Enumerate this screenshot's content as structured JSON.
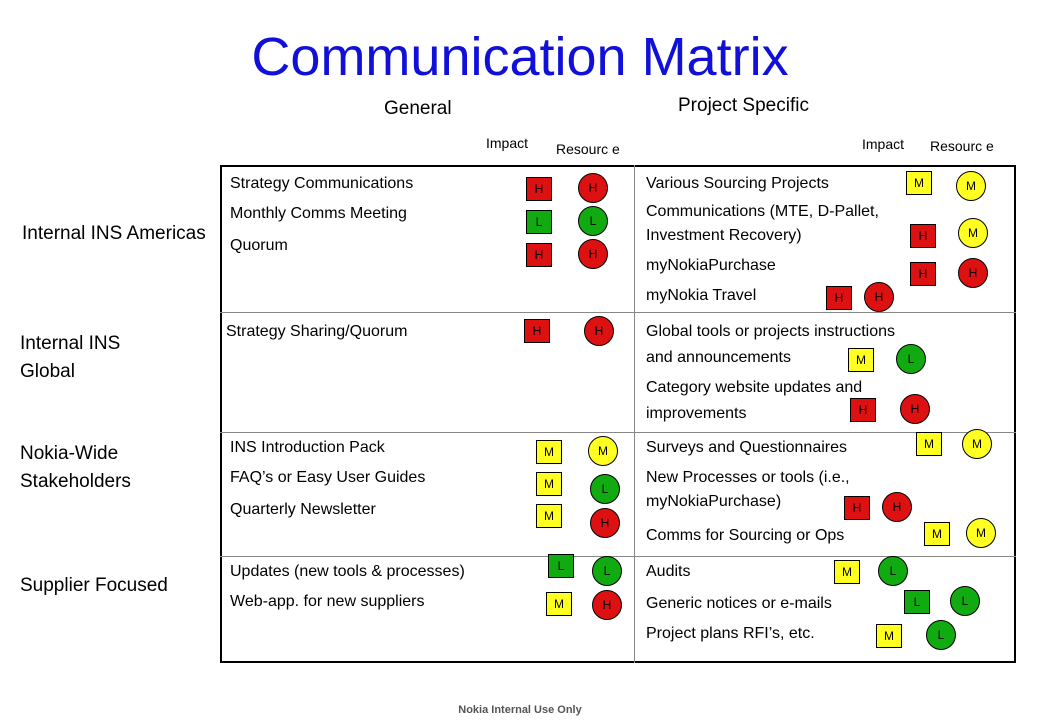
{
  "title": "Communication Matrix",
  "headers": {
    "general": "General",
    "project_specific": "Project Specific"
  },
  "subheaders": {
    "impact": "Impact",
    "resource": "Resourc e"
  },
  "rows": [
    {
      "label": "Internal INS Americas"
    },
    {
      "label": "Internal INS Global"
    },
    {
      "label": "Nokia-Wide Stakeholders"
    },
    {
      "label": "Supplier Focused"
    }
  ],
  "cells": {
    "r1_general": [
      "Strategy Communications",
      "Monthly Comms Meeting",
      "Quorum"
    ],
    "r1_project": [
      "Various Sourcing Projects",
      "Communications (MTE, D-Pallet,",
      "Investment Recovery)",
      "myNokiaPurchase",
      "myNokia Travel"
    ],
    "r2_general": [
      "Strategy Sharing/Quorum"
    ],
    "r2_project": [
      "Global tools or projects instructions",
      "and announcements",
      "Category website updates and",
      "improvements"
    ],
    "r3_general": [
      "INS Introduction Pack",
      "FAQ’s or Easy User Guides",
      "Quarterly Newsletter"
    ],
    "r3_project": [
      "Surveys and Questionnaires",
      "New Processes or tools (i.e.,",
      "myNokiaPurchase)",
      "Comms for Sourcing or Ops"
    ],
    "r4_general": [
      "Updates (new tools & processes)",
      "Web-app. for new suppliers"
    ],
    "r4_project": [
      "Audits",
      "Generic notices or e-mails",
      "Project plans RFI’s, etc."
    ]
  },
  "ratings": {
    "r1_general": [
      [
        "H",
        "H"
      ],
      [
        "L",
        "L"
      ],
      [
        "H",
        "H"
      ]
    ],
    "r1_project": [
      [
        "M",
        "M"
      ],
      [
        "H",
        "M"
      ],
      [
        "H",
        "H"
      ],
      [
        "H",
        "H"
      ]
    ],
    "r2_general": [
      [
        "H",
        "H"
      ]
    ],
    "r2_project": [
      [
        "M",
        "L"
      ],
      [
        "H",
        "H"
      ]
    ],
    "r3_general": [
      [
        "M",
        "M"
      ],
      [
        "M",
        "L"
      ],
      [
        "M",
        "H"
      ]
    ],
    "r3_project": [
      [
        "M",
        "M"
      ],
      [
        "H",
        "H"
      ],
      [
        "M",
        "M"
      ]
    ],
    "r4_general": [
      [
        "L",
        "L"
      ],
      [
        "M",
        "H"
      ]
    ],
    "r4_project": [
      [
        "M",
        "L"
      ],
      [
        "L",
        "L"
      ],
      [
        "M",
        "L"
      ]
    ]
  },
  "colors": {
    "H": "#dd1111",
    "M": "#ffff22",
    "L": "#11aa11",
    "title": "#1010d8"
  },
  "footer": "Nokia Internal Use Only"
}
